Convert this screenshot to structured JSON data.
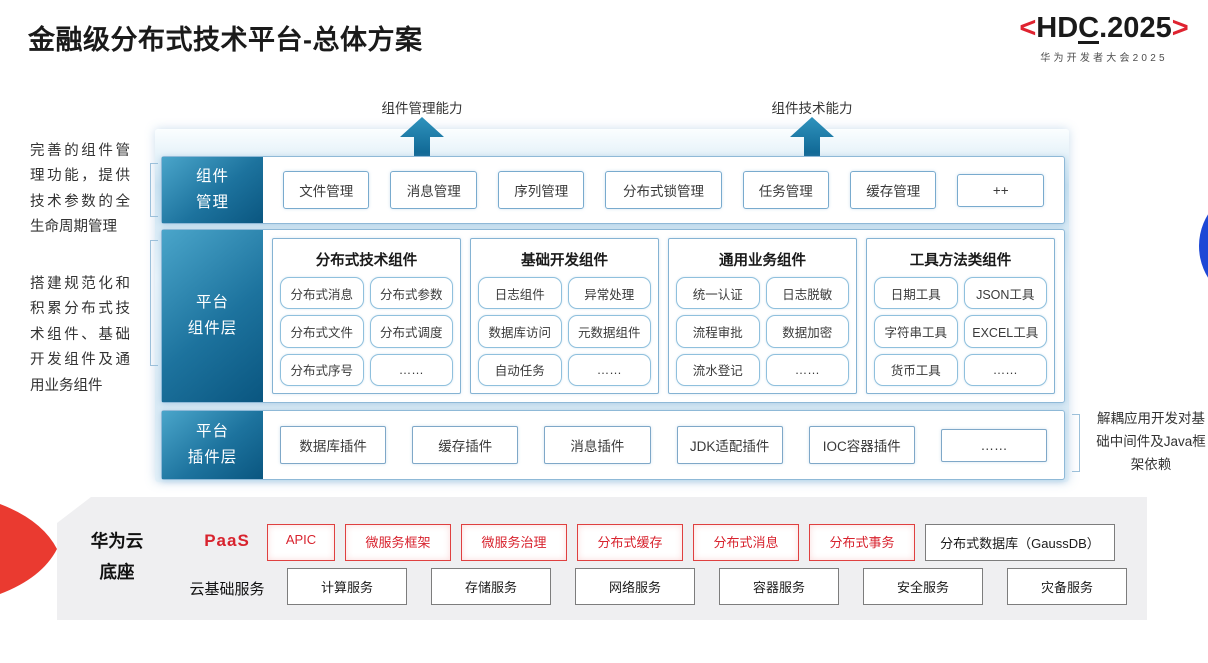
{
  "title": "金融级分布式技术平台-总体方案",
  "logo": {
    "bracket_left": "<",
    "pre": "HD",
    "c": "C",
    "post": ".2025",
    "bracket_right": ">",
    "sub": "华为开发者大会2025"
  },
  "arrows": [
    {
      "label": "组件管理能力"
    },
    {
      "label": "组件技术能力"
    }
  ],
  "left_notes": [
    "完善的组件管理功能，提供技术参数的全生命周期管理",
    "搭建规范化和积累分布式技术组件、基础开发组件及通用业务组件"
  ],
  "right_note": "解耦应用开发对基础中间件及Java框架依赖",
  "rows": {
    "management": {
      "label": "组件\n管理",
      "items": [
        "文件管理",
        "消息管理",
        "序列管理",
        "分布式锁管理",
        "任务管理",
        "缓存管理",
        "++"
      ]
    },
    "components": {
      "label": "平台\n组件层",
      "columns": [
        {
          "header": "分布式技术组件",
          "items": [
            "分布式消息",
            "分布式参数",
            "分布式文件",
            "分布式调度",
            "分布式序号",
            "……"
          ]
        },
        {
          "header": "基础开发组件",
          "items": [
            "日志组件",
            "异常处理",
            "数据库访问",
            "元数据组件",
            "自动任务",
            "……"
          ]
        },
        {
          "header": "通用业务组件",
          "items": [
            "统一认证",
            "日志脱敏",
            "流程审批",
            "数据加密",
            "流水登记",
            "……"
          ]
        },
        {
          "header": "工具方法类组件",
          "items": [
            "日期工具",
            "JSON工具",
            "字符串工具",
            "EXCEL工具",
            "货币工具",
            "……"
          ]
        }
      ]
    },
    "plugins": {
      "label": "平台\n插件层",
      "items": [
        "数据库插件",
        "缓存插件",
        "消息插件",
        "JDK适配插件",
        "IOC容器插件",
        "……"
      ]
    }
  },
  "foundation": {
    "label": "华为云\n底座",
    "paas": {
      "label": "PaaS",
      "items": [
        "APIC",
        "微服务框架",
        "微服务治理",
        "分布式缓存",
        "分布式消息",
        "分布式事务"
      ],
      "db_item": "分布式数据库（GaussDB）"
    },
    "cloud": {
      "label": "云基础服务",
      "items": [
        "计算服务",
        "存储服务",
        "网络服务",
        "容器服务",
        "安全服务",
        "灾备服务"
      ]
    }
  },
  "colors": {
    "accent_teal": "#0a5680",
    "accent_red": "#d8232e",
    "arrow_blue": "#1b7dab",
    "circle_blue": "#1d48d6",
    "platform_grey": "#efeff1"
  }
}
